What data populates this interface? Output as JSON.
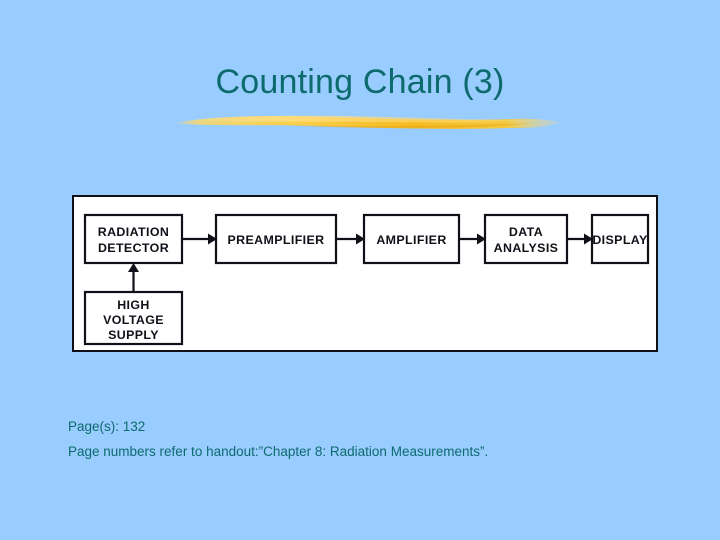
{
  "slide": {
    "title": "Counting Chain (3)",
    "title_color": "#0d6b6e",
    "background_color": "#99ccff",
    "underline_color": "#f5c33a"
  },
  "diagram": {
    "name": "counting-chain-block-diagram",
    "panel_background": "#ffffff",
    "border_color": "#101018",
    "blocks": [
      {
        "id": "radiation-detector",
        "lines": [
          "RADIATION",
          "DETECTOR"
        ]
      },
      {
        "id": "preamplifier",
        "lines": [
          "PREAMPLIFIER"
        ]
      },
      {
        "id": "amplifier",
        "lines": [
          "AMPLIFIER"
        ]
      },
      {
        "id": "data-analysis",
        "lines": [
          "DATA",
          "ANALYSIS"
        ]
      },
      {
        "id": "display",
        "lines": [
          "DISPLAY"
        ]
      },
      {
        "id": "high-voltage-supply",
        "lines": [
          "HIGH",
          "VOLTAGE",
          "SUPPLY"
        ]
      }
    ],
    "connections": [
      {
        "from": "radiation-detector",
        "to": "preamplifier"
      },
      {
        "from": "preamplifier",
        "to": "amplifier"
      },
      {
        "from": "amplifier",
        "to": "data-analysis"
      },
      {
        "from": "data-analysis",
        "to": "display"
      },
      {
        "from": "high-voltage-supply",
        "to": "radiation-detector"
      }
    ]
  },
  "footer": {
    "pages_line": "Page(s): 132",
    "note_line": "Page numbers refer to handout:”Chapter 8: Radiation Measurements”."
  }
}
